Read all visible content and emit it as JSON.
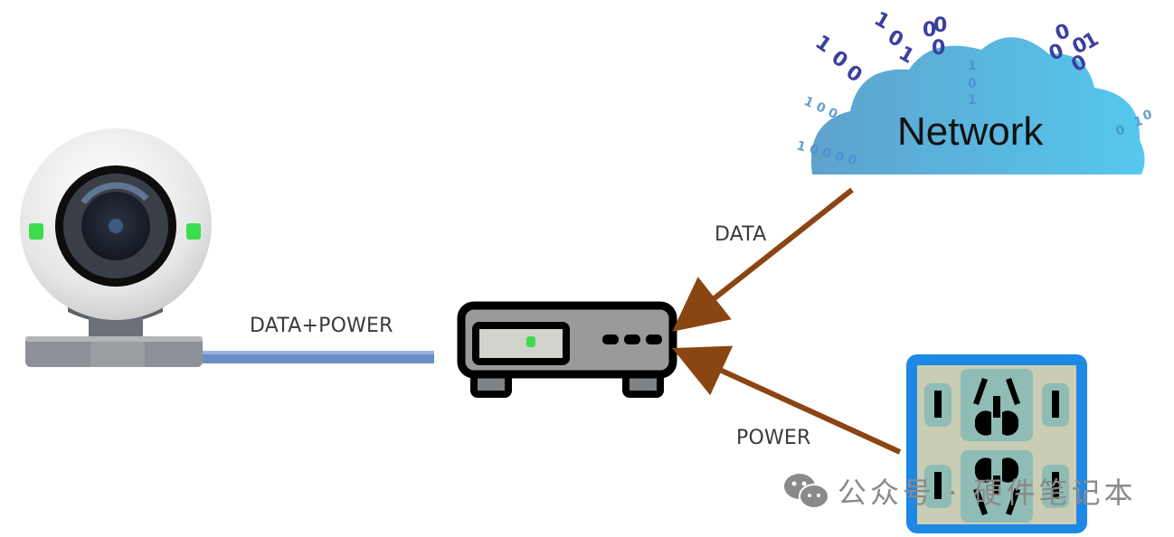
{
  "diagram": {
    "nodes": {
      "camera": {
        "name": "IP Camera"
      },
      "device": {
        "name": "PoE Injector / Switch"
      },
      "network": {
        "name": "Network",
        "label": "Network"
      },
      "outlet": {
        "name": "Power Outlet"
      }
    },
    "edges": [
      {
        "from": "device",
        "to": "camera",
        "label": "DATA+POWER",
        "style": "cable"
      },
      {
        "from": "network",
        "to": "device",
        "label": "DATA",
        "style": "arrow"
      },
      {
        "from": "outlet",
        "to": "device",
        "label": "POWER",
        "style": "arrow"
      }
    ],
    "colors": {
      "arrow": "#8B4513",
      "cable": "#6a8fc4",
      "outlet_frame": "#1e88e5",
      "led": "#3ddc50"
    }
  },
  "watermark": {
    "text": "公众号 · 硬件笔记本"
  }
}
